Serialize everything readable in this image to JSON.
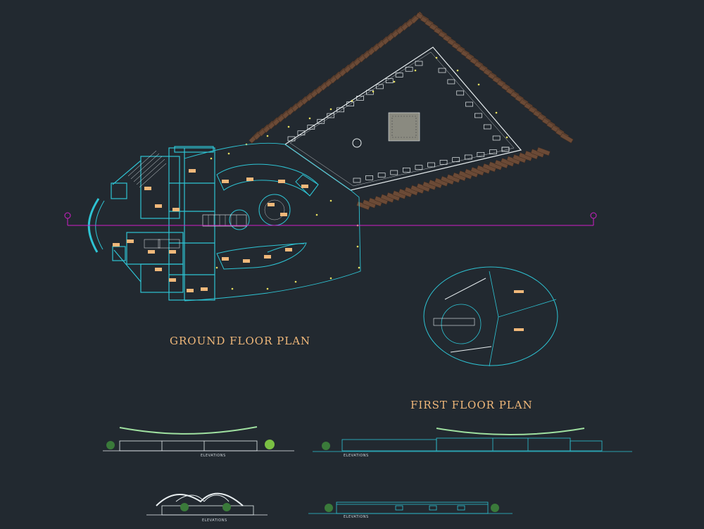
{
  "titles": {
    "ground_floor": "GROUND FLOOR PLAN",
    "first_floor": "FIRST FLOOR PLAN"
  },
  "elevation_labels": [
    "ELEVATIONS",
    "ELEVATIONS",
    "ELEVATIONS",
    "ELEVATIONS"
  ],
  "colors": {
    "background": "#222930",
    "wall": "#2ec4d4",
    "white_line": "#e8eef0",
    "furniture": "#f0b87a",
    "section_line": "#d020c8",
    "louvers": "#6b4a36",
    "column_dot": "#e8e060",
    "title": "#f0b87a"
  }
}
